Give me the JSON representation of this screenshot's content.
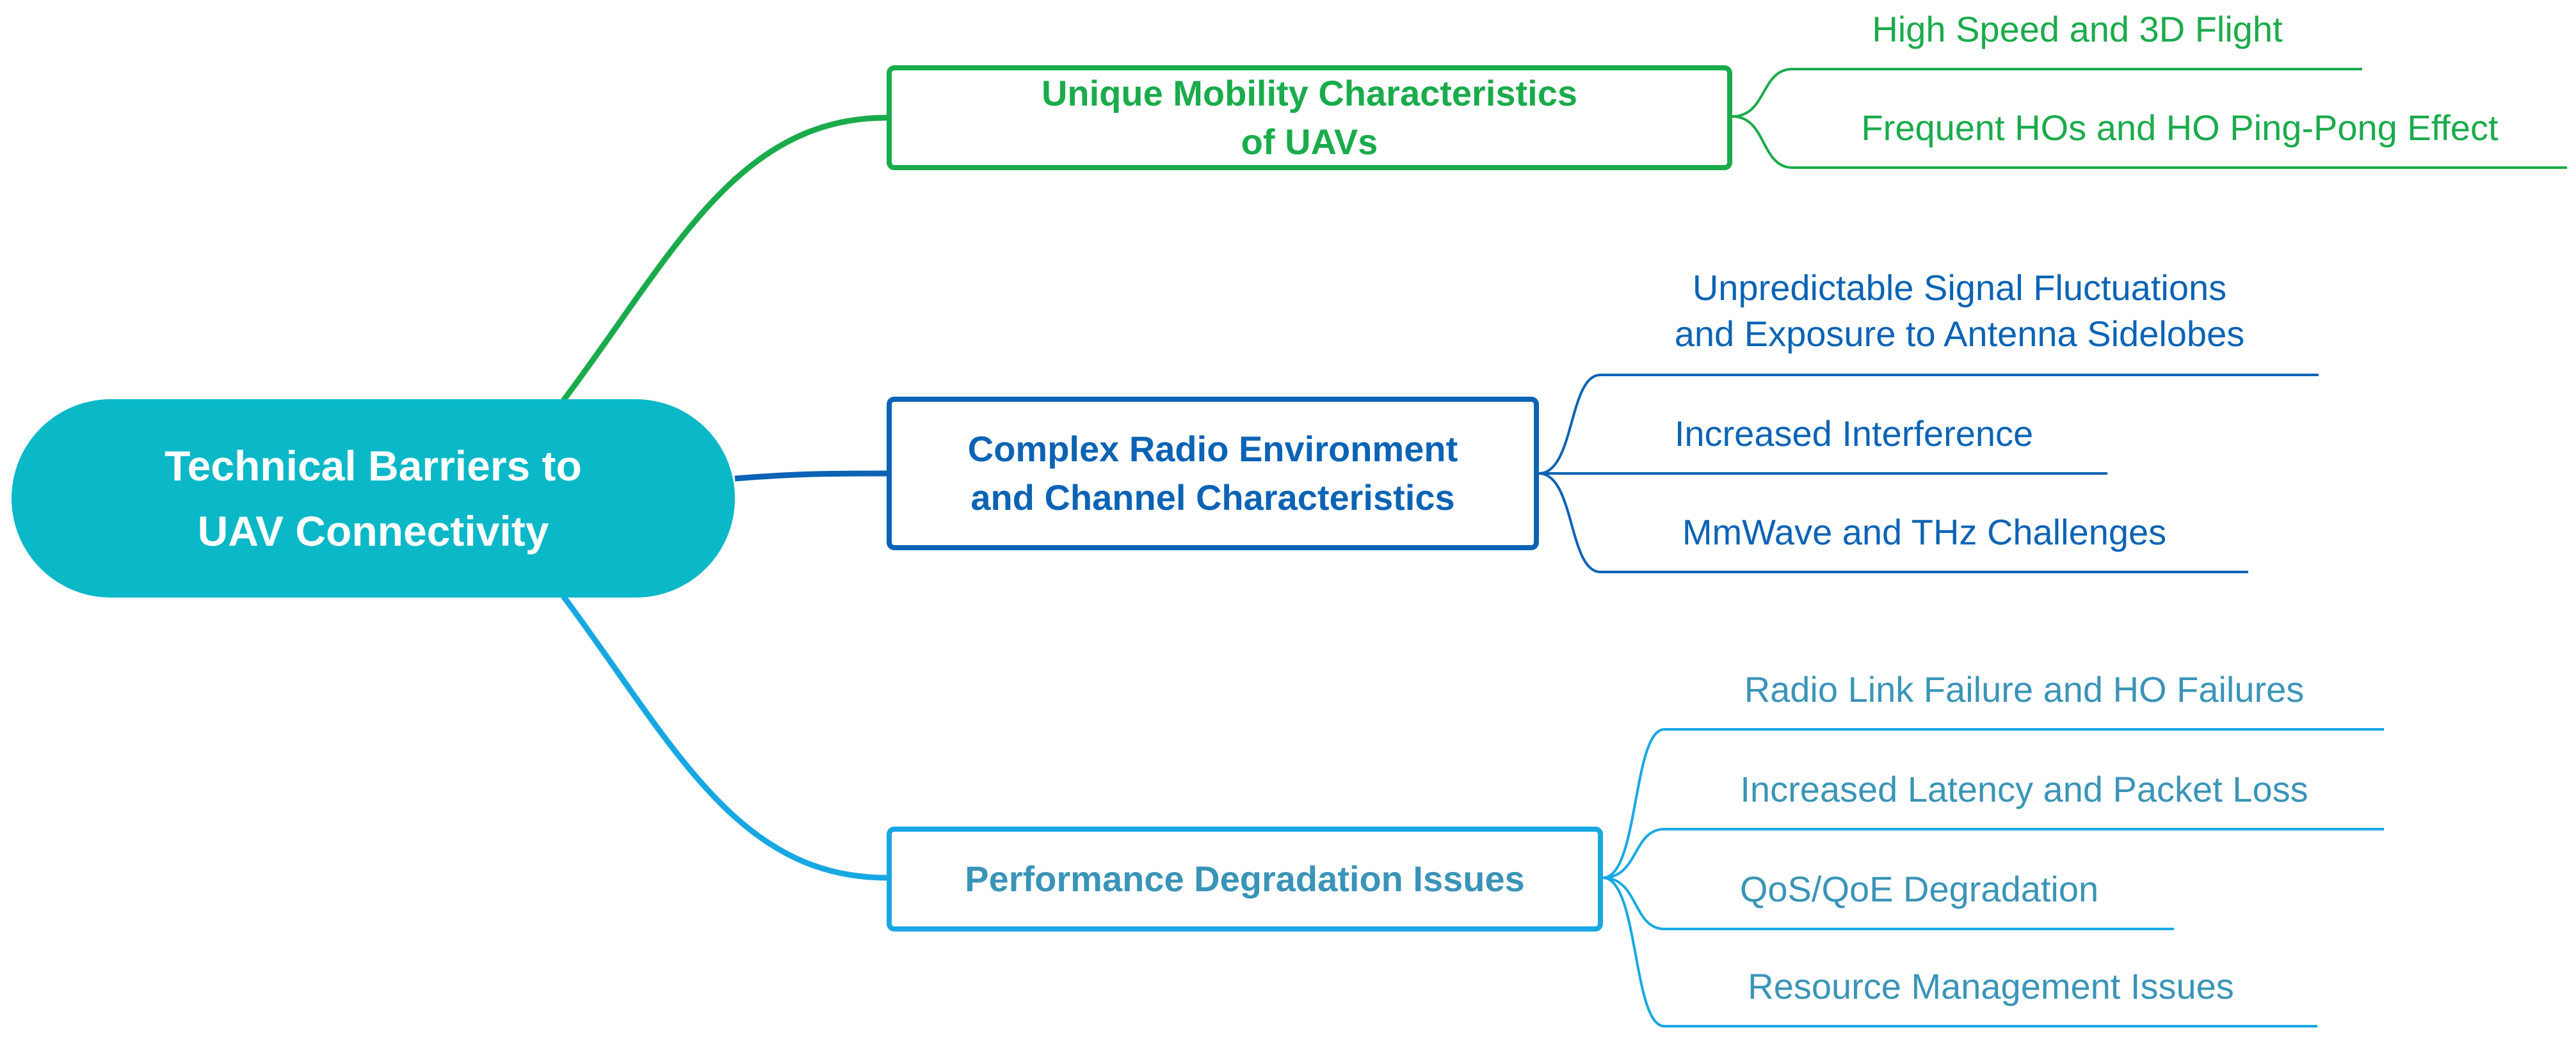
{
  "root": {
    "line1": "Technical Barriers to",
    "line2": "UAV Connectivity"
  },
  "branches": [
    {
      "label_line1": "Unique Mobility Characteristics",
      "label_line2": "of UAVs",
      "color": "#1aab4b",
      "leaves": [
        {
          "text": "High Speed and 3D Flight"
        },
        {
          "text": "Frequent HOs and HO Ping-Pong Effect"
        }
      ]
    },
    {
      "label_line1": "Complex Radio Environment",
      "label_line2": "and Channel Characteristics",
      "color": "#0b63b5",
      "leaves": [
        {
          "line1": "Unpredictable Signal Fluctuations",
          "line2": "and Exposure to Antenna Sidelobes"
        },
        {
          "text": "Increased Interference"
        },
        {
          "text": "MmWave and THz Challenges"
        }
      ]
    },
    {
      "label_line1": "Performance Degradation Issues",
      "color": "#17a8e3",
      "text_color": "#3a94b8",
      "leaves": [
        {
          "text": "Radio Link Failure and HO Failures"
        },
        {
          "text": "Increased Latency and Packet Loss"
        },
        {
          "text": "QoS/QoE Degradation"
        },
        {
          "text": "Resource Management Issues"
        }
      ]
    }
  ]
}
